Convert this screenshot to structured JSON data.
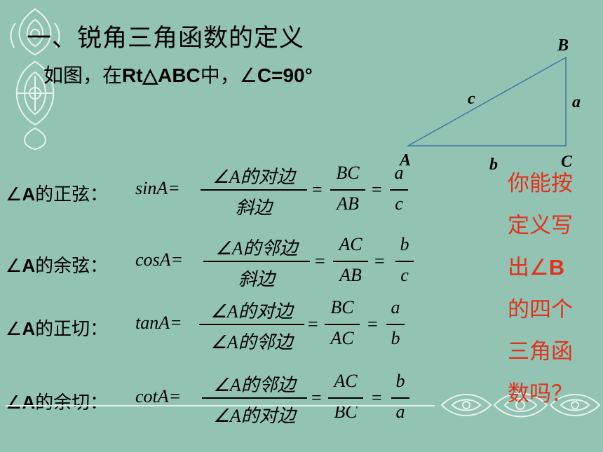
{
  "title": "一、锐角三角函数的定义",
  "intro": {
    "prefix": "如图，在",
    "rt": "Rt△ABC",
    "middle": "中，∠",
    "angle": "C=90°"
  },
  "triangle": {
    "vertices": {
      "A": "A",
      "B": "B",
      "C": "C"
    },
    "sides": {
      "a": "a",
      "b": "b",
      "c": "c"
    }
  },
  "definitions": [
    {
      "label_angle": "∠",
      "label_letter": "A",
      "label_text": "的正弦：",
      "fn": "sinA=",
      "f1_num": "∠A的对边",
      "f1_den": "斜边",
      "f2_num": "BC",
      "f2_den": "AB",
      "f3_num": "a",
      "f3_den": "c",
      "eq": "="
    },
    {
      "label_angle": "∠",
      "label_letter": "A",
      "label_text": "的余弦：",
      "fn": "cosA=",
      "f1_num": "∠A的邻边",
      "f1_den": "斜边",
      "f2_num": "AC",
      "f2_den": "AB",
      "f3_num": "b",
      "f3_den": "c",
      "eq": "="
    },
    {
      "label_angle": "∠",
      "label_letter": "A",
      "label_text": "的正切：",
      "fn": "tanA=",
      "f1_num": "∠A的对边",
      "f1_den": "∠A的邻边",
      "f2_num": "BC",
      "f2_den": "AC",
      "f3_num": "a",
      "f3_den": "b",
      "eq": "="
    },
    {
      "label_angle": "∠",
      "label_letter": "A",
      "label_text": "的余切：",
      "fn": "cotA=",
      "f1_num": "∠A的邻边",
      "f1_den": "∠A的对边",
      "f2_num": "AC",
      "f2_den": "BC",
      "f3_num": "b",
      "f3_den": "a",
      "eq": "="
    }
  ],
  "question": {
    "line1": "你能按",
    "line2": "定义写",
    "line3_prefix": "出∠",
    "line3_letter": "B",
    "line4": "的四个",
    "line5": "三角函",
    "line6": "数吗？"
  },
  "colors": {
    "background": "#93c3b2",
    "question": "#e0331f",
    "ornament": "#f3faf7",
    "triangle": "#3d78a0"
  }
}
